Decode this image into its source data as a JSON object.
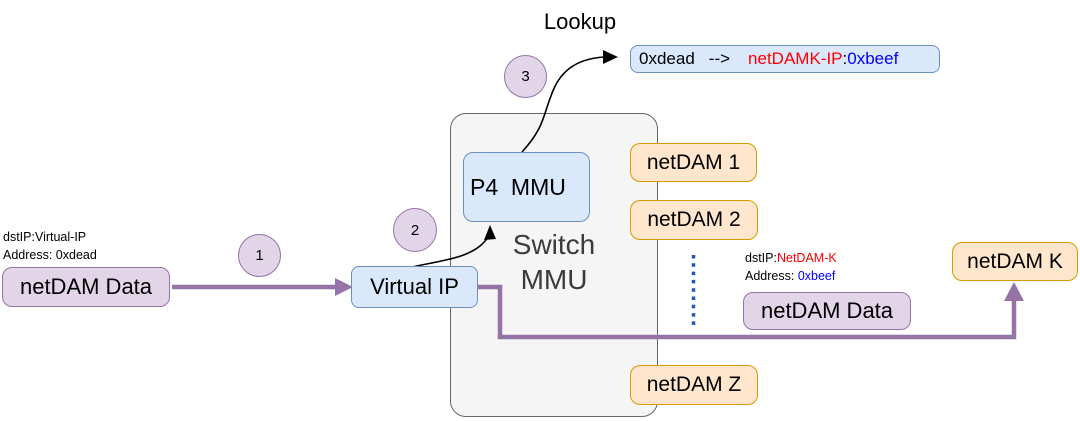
{
  "title": {
    "lookup": "Lookup"
  },
  "lookup_box": {
    "key": "0xdead",
    "arrow": "-->",
    "dest": "netDAMK-IP",
    "sep": ":",
    "addr": "0xbeef"
  },
  "steps": {
    "one": "1",
    "two": "2",
    "three": "3"
  },
  "source_packet": {
    "meta_line1": "dstIP:Virtual-IP",
    "meta_line2": "Address: 0xdead",
    "label": "netDAM Data"
  },
  "virtual_ip": {
    "label": "Virtual IP"
  },
  "switch_box": {
    "p4_label": "P4  MMU",
    "name_line1": "Switch",
    "name_line2": "MMU"
  },
  "ports": {
    "netdam_1": "netDAM 1",
    "netdam_2": "netDAM 2",
    "netdam_z": "netDAM Z"
  },
  "dest_packet": {
    "meta1_prefix": "dstIP:",
    "meta1_value": "NetDAM-K",
    "meta2_prefix": "Address: ",
    "meta2_value": "0xbeef",
    "label": "netDAM Data"
  },
  "netdam_k": {
    "label": "netDAM K"
  },
  "colors": {
    "purple_fill": "#e1d5e7",
    "purple_border": "#9673a6",
    "blue_fill": "#dae8fc",
    "blue_border": "#6c8ebf",
    "orange_fill": "#ffe6cc",
    "orange_border": "#d79b00",
    "gray_fill": "#f5f5f5",
    "gray_border": "#666666",
    "flow_purple": "#9673a6",
    "red_text": "#ff0000",
    "blue_text": "#0000ff",
    "dotted_blue": "#2255bb",
    "switch_label_text": "#3b3b3b"
  }
}
